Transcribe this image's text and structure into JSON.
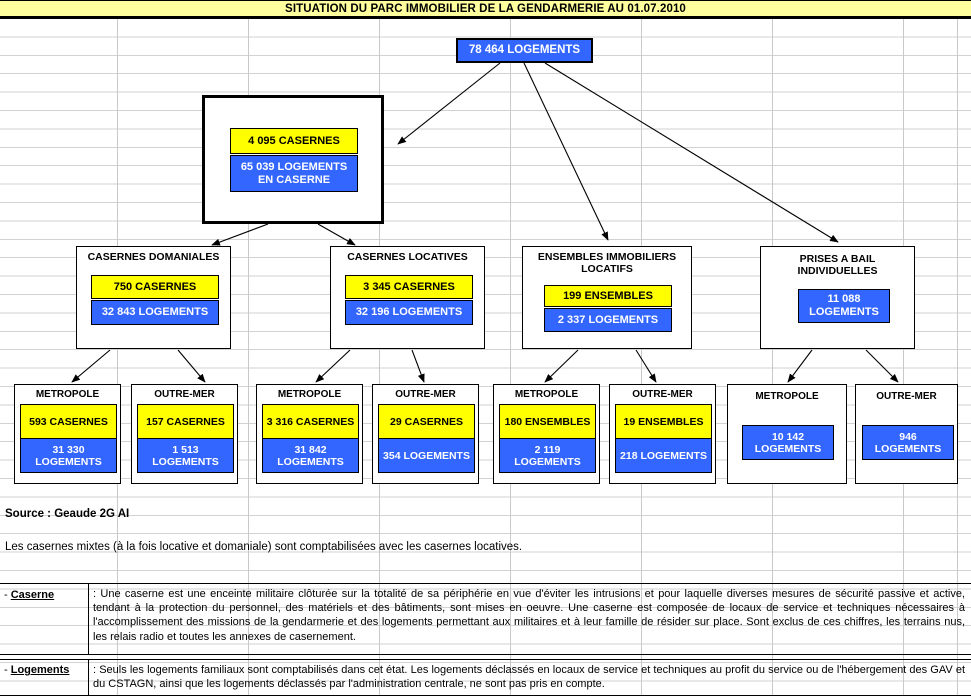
{
  "title": "SITUATION DU PARC IMMOBILIER DE LA GENDARMERIE AU 01.07.2010",
  "colors": {
    "banner": "#ffff9e",
    "yellow_chip": "#ffff00",
    "blue_chip": "#3366ff",
    "border": "#000000",
    "grid": "#c9c9c9"
  },
  "root": {
    "label": "78 464 LOGEMENTS"
  },
  "level1": {
    "casernes_total": "4 095 CASERNES",
    "logements_en_caserne": "65 039 LOGEMENTS EN CASERNE"
  },
  "level2": [
    {
      "title": "CASERNES DOMANIALES",
      "yellow": "750  CASERNES",
      "blue": "32 843 LOGEMENTS"
    },
    {
      "title": "CASERNES  LOCATIVES",
      "yellow": "3 345 CASERNES",
      "blue": "32 196  LOGEMENTS"
    },
    {
      "title": "ENSEMBLES IMMOBILIERS LOCATIFS",
      "yellow": "199 ENSEMBLES",
      "blue": "2 337 LOGEMENTS"
    },
    {
      "title": "PRISES A BAIL INDIVIDUELLES",
      "yellow": null,
      "blue": "11 088 LOGEMENTS"
    }
  ],
  "level3": [
    {
      "title": "METROPOLE",
      "yellow": "593 CASERNES",
      "blue": "31 330 LOGEMENTS"
    },
    {
      "title": "OUTRE-MER",
      "yellow": "157 CASERNES",
      "blue": "1 513 LOGEMENTS"
    },
    {
      "title": "METROPOLE",
      "yellow": "3 316 CASERNES",
      "blue": "31 842 LOGEMENTS"
    },
    {
      "title": "OUTRE-MER",
      "yellow": "29 CASERNES",
      "blue": "354 LOGEMENTS"
    },
    {
      "title": "METROPOLE",
      "yellow": "180 ENSEMBLES",
      "blue": "2 119 LOGEMENTS"
    },
    {
      "title": "OUTRE-MER",
      "yellow": "19 ENSEMBLES",
      "blue": "218 LOGEMENTS"
    },
    {
      "title": "METROPOLE",
      "yellow": null,
      "blue": "10 142 LOGEMENTS"
    },
    {
      "title": "OUTRE-MER",
      "yellow": null,
      "blue": "946 LOGEMENTS"
    }
  ],
  "notes": {
    "source": "Source : Geaude 2G  AI",
    "mixte": "Les casernes mixtes (à la fois locative et domaniale) sont comptabilisées avec les casernes locatives."
  },
  "definitions": [
    {
      "term_prefix": "- ",
      "term": "Caserne",
      "body": ": Une caserne est une enceinte militaire clôturée sur la totalité de sa périphérie en vue d'éviter les intrusions et pour laquelle diverses mesures de sécurité passive et active, tendant à la protection du personnel, des matériels et des bâtiments, sont mises en oeuvre. Une caserne est composée de locaux de service et techniques nécessaires à l'accomplissement des missions de la gendarmerie et des logements permettant aux militaires et à leur famille de résider sur place. Sont exclus de ces chiffres, les terrains nus, les relais radio et toutes les annexes de casernement."
    },
    {
      "term_prefix": "- ",
      "term": "Logements",
      "body": ": Seuls les logements familiaux sont comptabilisés dans cet état. Les logements déclassés en locaux de service et techniques au profit du service ou de l'hébergement des GAV et du CSTAGN, ainsi que les logements déclassés par l'administration centrale, ne sont pas pris en compte."
    }
  ],
  "chart_data": {
    "type": "diagram",
    "title": "SITUATION DU PARC IMMOBILIER DE LA GENDARMERIE AU 01.07.2010",
    "root_total_logements": 78464,
    "nodes": [
      {
        "id": "total",
        "level": 0,
        "label": "78 464 LOGEMENTS",
        "logements": 78464
      },
      {
        "id": "casernes",
        "level": 1,
        "casernes": 4095,
        "logements": 65039
      },
      {
        "id": "domaniales",
        "level": 2,
        "parent": "casernes",
        "label": "CASERNES DOMANIALES",
        "casernes": 750,
        "logements": 32843
      },
      {
        "id": "locatives",
        "level": 2,
        "parent": "casernes",
        "label": "CASERNES  LOCATIVES",
        "casernes": 3345,
        "logements": 32196
      },
      {
        "id": "ensembles",
        "level": 2,
        "parent": "total",
        "label": "ENSEMBLES IMMOBILIERS LOCATIFS",
        "ensembles": 199,
        "logements": 2337
      },
      {
        "id": "prises_bail",
        "level": 2,
        "parent": "total",
        "label": "PRISES A BAIL INDIVIDUELLES",
        "logements": 11088
      },
      {
        "id": "dom_metro",
        "level": 3,
        "parent": "domaniales",
        "label": "METROPOLE",
        "casernes": 593,
        "logements": 31330
      },
      {
        "id": "dom_om",
        "level": 3,
        "parent": "domaniales",
        "label": "OUTRE-MER",
        "casernes": 157,
        "logements": 1513
      },
      {
        "id": "loc_metro",
        "level": 3,
        "parent": "locatives",
        "label": "METROPOLE",
        "casernes": 3316,
        "logements": 31842
      },
      {
        "id": "loc_om",
        "level": 3,
        "parent": "locatives",
        "label": "OUTRE-MER",
        "casernes": 29,
        "logements": 354
      },
      {
        "id": "ens_metro",
        "level": 3,
        "parent": "ensembles",
        "label": "METROPOLE",
        "ensembles": 180,
        "logements": 2119
      },
      {
        "id": "ens_om",
        "level": 3,
        "parent": "ensembles",
        "label": "OUTRE-MER",
        "ensembles": 19,
        "logements": 218
      },
      {
        "id": "bail_metro",
        "level": 3,
        "parent": "prises_bail",
        "label": "METROPOLE",
        "logements": 10142
      },
      {
        "id": "bail_om",
        "level": 3,
        "parent": "prises_bail",
        "label": "OUTRE-MER",
        "logements": 946
      }
    ]
  }
}
